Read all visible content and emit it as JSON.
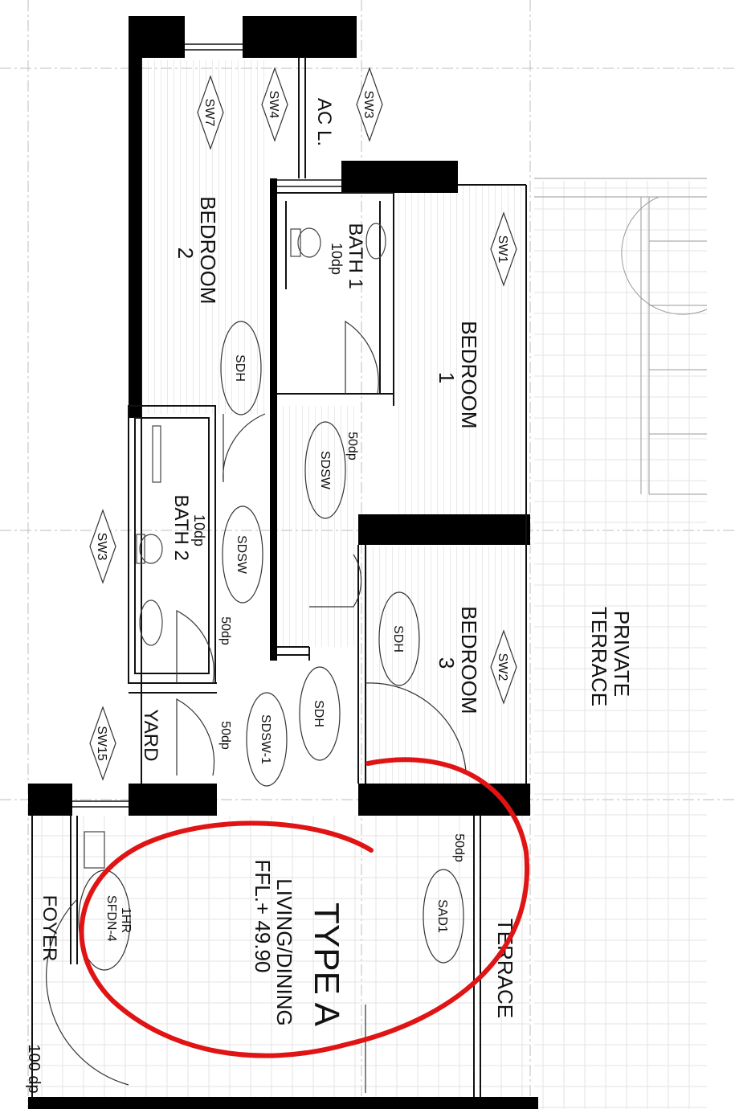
{
  "plan": {
    "unit_type": "TYPE A",
    "rooms": {
      "bedroom1": [
        "BEDROOM",
        "1"
      ],
      "bedroom2": [
        "BEDROOM",
        "2"
      ],
      "bedroom3": [
        "BEDROOM",
        "3"
      ],
      "bath1": [
        "BATH 1",
        "10dp"
      ],
      "bath2": [
        "BATH 2",
        "10dp"
      ],
      "ac_ledge": "AC L.",
      "yard": "YARD",
      "private_terrace": [
        "PRIVATE",
        "TERRACE"
      ],
      "terrace": "TERRACE",
      "living_dining": "LIVING/DINING",
      "ffl": "FFL.+ 49.90",
      "foyer": "FOYER",
      "foyer_dp": "100 dp"
    },
    "door_window_tags": {
      "sw7": "SW7",
      "sw4": "SW4",
      "sw3_top": "SW3",
      "sw1": "SW1",
      "sw2": "SW2",
      "sw3_left": "SW3",
      "sw15": "SW15",
      "sdh_bed2": "SDH",
      "sdh_bed3": "SDH",
      "sdh_living": "SDH",
      "sdsw_bath1": "SDSW",
      "sdsw_bath2": "SDSW",
      "sdsw1_yard": "SDSW-1",
      "sad1": "SAD1",
      "sfdn": [
        "SFDN-4",
        "1HR"
      ]
    },
    "drop_levels": {
      "dp_bath1": "50dp",
      "dp_bath2": "50dp",
      "dp_yard": "50dp",
      "dp_terrace": "50dp"
    }
  }
}
